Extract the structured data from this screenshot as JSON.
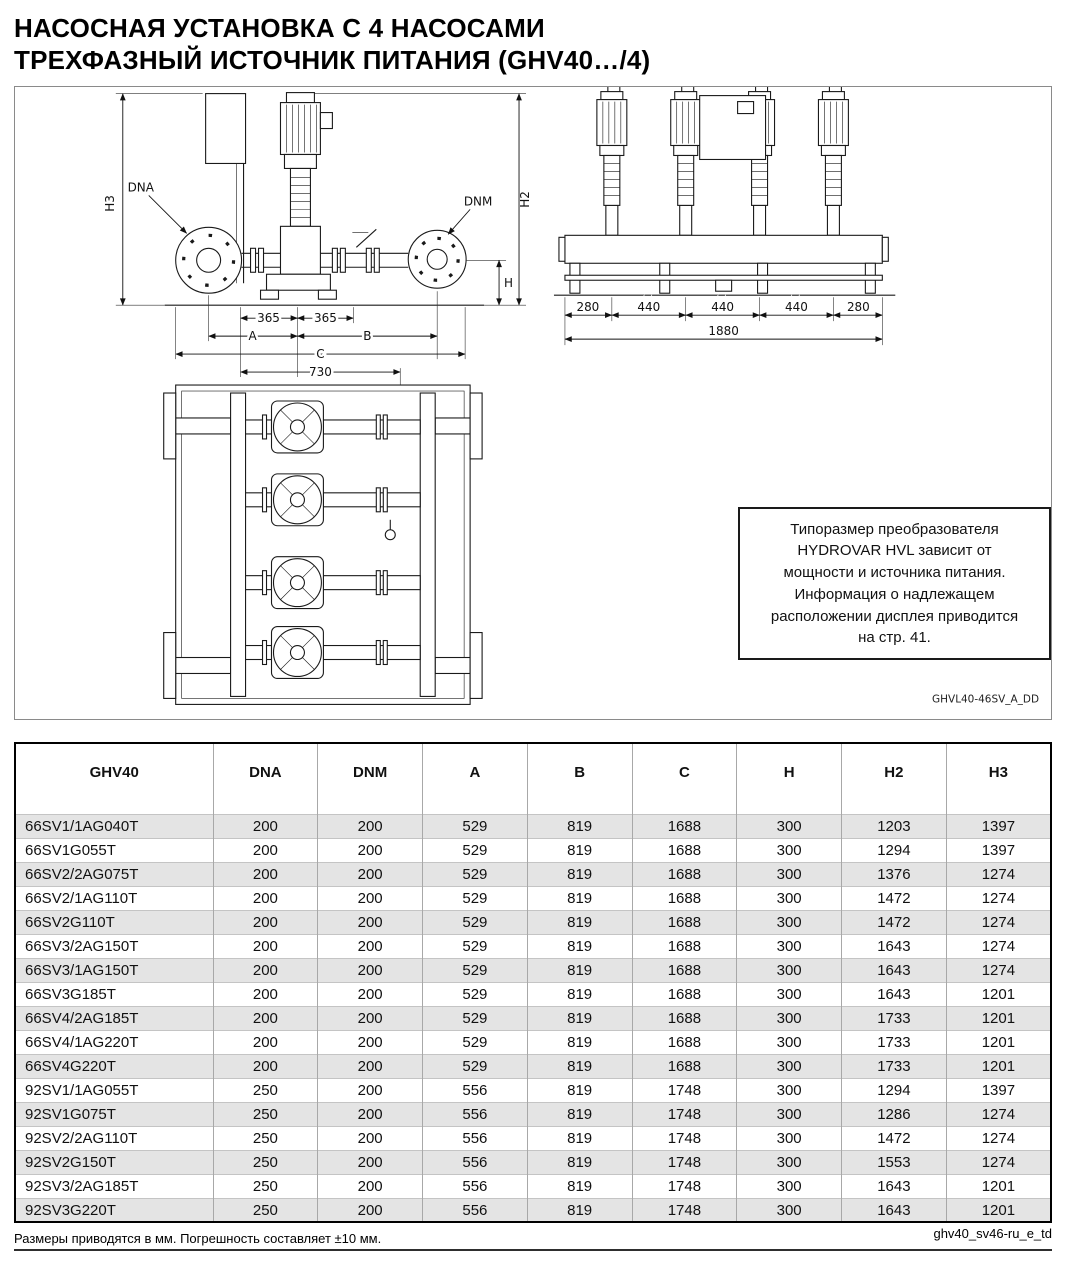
{
  "page": {
    "title_line1": "НАСОСНАЯ УСТАНОВКА С 4 НАСОСАМИ",
    "title_line2": "ТРЕХФАЗНЫЙ ИСТОЧНИК ПИТАНИЯ (GHV40…/4)",
    "footer_note": "Размеры приводятся в мм. Погрешность составляет ±10 мм.",
    "doc_code": "ghv40_sv46-ru_e_td"
  },
  "drawing": {
    "code": "GHVL40-46SV_A_DD",
    "note_lines": [
      "Типоразмер преобразователя",
      "HYDROVAR HVL зависит от",
      "мощности и источника питания.",
      "Информация о надлежащем",
      "расположении дисплея приводится",
      "на стр. 41."
    ],
    "front": {
      "h3": "H3",
      "h2": "H2",
      "h": "H",
      "dna": "DNA",
      "dnm": "DNM",
      "dim365_left": "365",
      "dim365_right": "365",
      "a": "A",
      "b": "B",
      "c": "C"
    },
    "top": {
      "dim730": "730"
    },
    "side": {
      "dim280_left": "280",
      "dim440_1": "440",
      "dim440_2": "440",
      "dim440_3": "440",
      "dim280_right": "280",
      "dim1880": "1880"
    }
  },
  "table": {
    "headers": [
      "GHV40",
      "DNA",
      "DNM",
      "A",
      "B",
      "C",
      "H",
      "H2",
      "H3"
    ],
    "rows": [
      [
        "66SV1/1AG040T",
        "200",
        "200",
        "529",
        "819",
        "1688",
        "300",
        "1203",
        "1397"
      ],
      [
        "66SV1G055T",
        "200",
        "200",
        "529",
        "819",
        "1688",
        "300",
        "1294",
        "1397"
      ],
      [
        "66SV2/2AG075T",
        "200",
        "200",
        "529",
        "819",
        "1688",
        "300",
        "1376",
        "1274"
      ],
      [
        "66SV2/1AG110T",
        "200",
        "200",
        "529",
        "819",
        "1688",
        "300",
        "1472",
        "1274"
      ],
      [
        "66SV2G110T",
        "200",
        "200",
        "529",
        "819",
        "1688",
        "300",
        "1472",
        "1274"
      ],
      [
        "66SV3/2AG150T",
        "200",
        "200",
        "529",
        "819",
        "1688",
        "300",
        "1643",
        "1274"
      ],
      [
        "66SV3/1AG150T",
        "200",
        "200",
        "529",
        "819",
        "1688",
        "300",
        "1643",
        "1274"
      ],
      [
        "66SV3G185T",
        "200",
        "200",
        "529",
        "819",
        "1688",
        "300",
        "1643",
        "1201"
      ],
      [
        "66SV4/2AG185T",
        "200",
        "200",
        "529",
        "819",
        "1688",
        "300",
        "1733",
        "1201"
      ],
      [
        "66SV4/1AG220T",
        "200",
        "200",
        "529",
        "819",
        "1688",
        "300",
        "1733",
        "1201"
      ],
      [
        "66SV4G220T",
        "200",
        "200",
        "529",
        "819",
        "1688",
        "300",
        "1733",
        "1201"
      ],
      [
        "92SV1/1AG055T",
        "250",
        "200",
        "556",
        "819",
        "1748",
        "300",
        "1294",
        "1397"
      ],
      [
        "92SV1G075T",
        "250",
        "200",
        "556",
        "819",
        "1748",
        "300",
        "1286",
        "1274"
      ],
      [
        "92SV2/2AG110T",
        "250",
        "200",
        "556",
        "819",
        "1748",
        "300",
        "1472",
        "1274"
      ],
      [
        "92SV2G150T",
        "250",
        "200",
        "556",
        "819",
        "1748",
        "300",
        "1553",
        "1274"
      ],
      [
        "92SV3/2AG185T",
        "250",
        "200",
        "556",
        "819",
        "1748",
        "300",
        "1643",
        "1201"
      ],
      [
        "92SV3G220T",
        "250",
        "200",
        "556",
        "819",
        "1748",
        "300",
        "1643",
        "1201"
      ]
    ]
  }
}
